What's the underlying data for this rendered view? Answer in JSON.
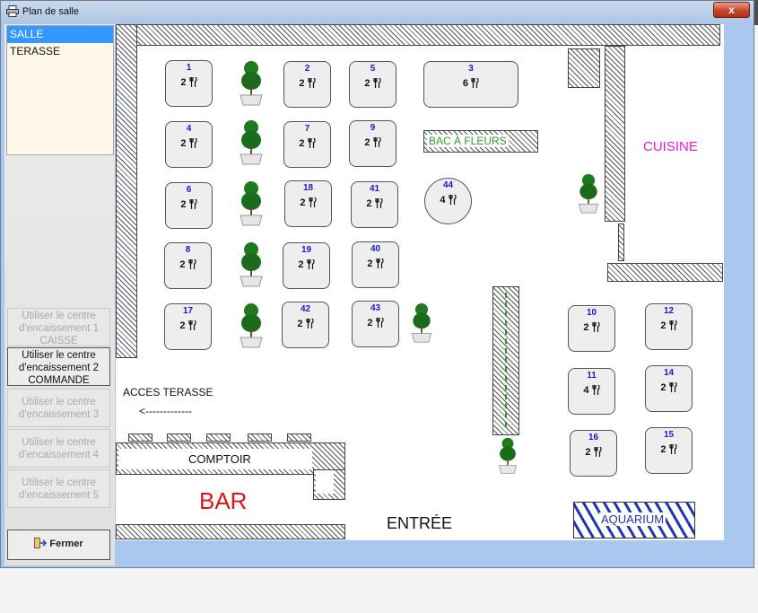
{
  "window": {
    "title": "Plan de salle",
    "close_glyph": "x"
  },
  "rooms": [
    "SALLE",
    "TERASSE"
  ],
  "cash_buttons": [
    {
      "l1": "Utiliser le centre",
      "l2": "d'encaissement 1",
      "l3": "CAISSE"
    },
    {
      "l1": "Utiliser le centre",
      "l2": "d'encaissement 2",
      "l3": "COMMANDE"
    },
    {
      "l1": "Utiliser le centre",
      "l2": "d'encaissement 3",
      "l3": ""
    },
    {
      "l1": "Utiliser le centre",
      "l2": "d'encaissement 4",
      "l3": ""
    },
    {
      "l1": "Utiliser le centre",
      "l2": "d'encaissement 5",
      "l3": ""
    }
  ],
  "close_button_label": "Fermer",
  "labels": {
    "bac": "BAC À FLEURS",
    "cuisine": "CUISINE",
    "acces": "ACCES TERASSE",
    "acces_arrow": "<-------------",
    "comptoir": "COMPTOIR",
    "bar": "BAR",
    "entree": "ENTRÉE",
    "aquarium": "AQUARIUM"
  },
  "tables": [
    {
      "num": "1",
      "seats": "2"
    },
    {
      "num": "2",
      "seats": "2"
    },
    {
      "num": "5",
      "seats": "2"
    },
    {
      "num": "3",
      "seats": "6"
    },
    {
      "num": "4",
      "seats": "2"
    },
    {
      "num": "7",
      "seats": "2"
    },
    {
      "num": "9",
      "seats": "2"
    },
    {
      "num": "6",
      "seats": "2"
    },
    {
      "num": "18",
      "seats": "2"
    },
    {
      "num": "41",
      "seats": "2"
    },
    {
      "num": "44",
      "seats": "4"
    },
    {
      "num": "8",
      "seats": "2"
    },
    {
      "num": "19",
      "seats": "2"
    },
    {
      "num": "40",
      "seats": "2"
    },
    {
      "num": "17",
      "seats": "2"
    },
    {
      "num": "42",
      "seats": "2"
    },
    {
      "num": "43",
      "seats": "2"
    },
    {
      "num": "10",
      "seats": "2"
    },
    {
      "num": "12",
      "seats": "2"
    },
    {
      "num": "11",
      "seats": "4"
    },
    {
      "num": "14",
      "seats": "2"
    },
    {
      "num": "16",
      "seats": "2"
    },
    {
      "num": "15",
      "seats": "2"
    }
  ]
}
